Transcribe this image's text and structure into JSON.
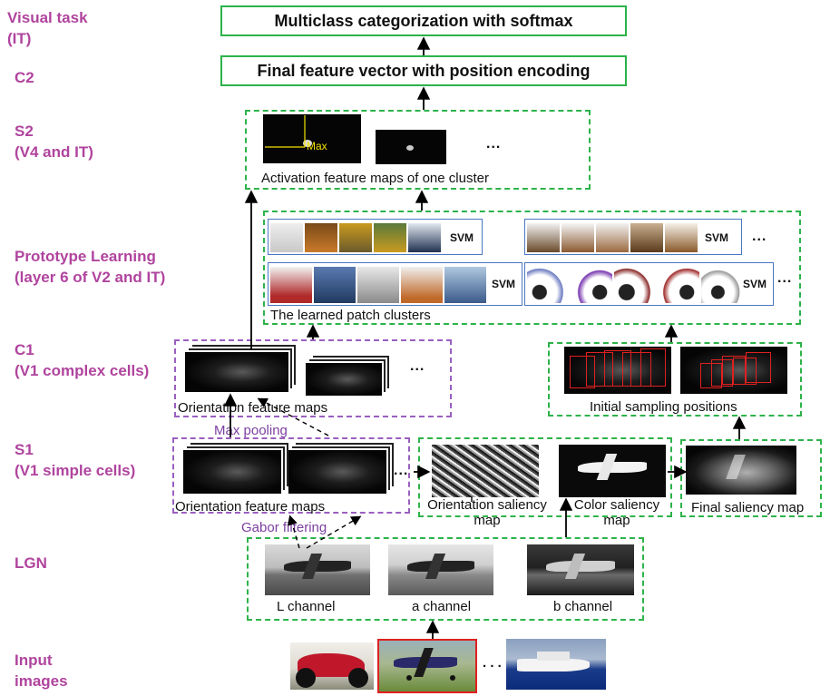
{
  "labels": {
    "visual_task": [
      "Visual task",
      "(IT)"
    ],
    "c2": "C2",
    "s2": [
      "S2",
      "(V4 and IT)"
    ],
    "prototype": [
      "Prototype Learning",
      "(layer 6 of V2 and IT)"
    ],
    "c1": [
      "C1",
      "(V1 complex cells)"
    ],
    "s1": [
      "S1",
      "(V1 simple cells)"
    ],
    "lgn": "LGN",
    "input": [
      "Input",
      "images"
    ]
  },
  "boxes": {
    "softmax": "Multiclass categorization with softmax",
    "feature_vector": "Final feature vector with position encoding"
  },
  "captions": {
    "activation_maps": "Activation feature maps of one cluster",
    "max_marker": "Max",
    "patch_clusters": "The learned patch clusters",
    "c1_orientation": "Orientation feature maps",
    "initial_sampling": "Initial sampling positions",
    "max_pooling": "Max pooling",
    "s1_orientation": "Orientation feature maps",
    "orientation_saliency": [
      "Orientation saliency",
      "map"
    ],
    "color_saliency": [
      "Color saliency",
      "map"
    ],
    "final_saliency": "Final saliency map",
    "gabor": "Gabor filtering",
    "l_channel": "L channel",
    "a_channel": "a channel",
    "b_channel": "b channel",
    "svm": "SVM",
    "ellipsis": "...",
    "ellipsis_input": ". . ."
  },
  "colors": {
    "label": "#b0449e",
    "green_border": "#2db34a",
    "purple_dash": "#9a5fc0",
    "highlight_red": "#e02020",
    "svm_border": "#4a78c2"
  }
}
